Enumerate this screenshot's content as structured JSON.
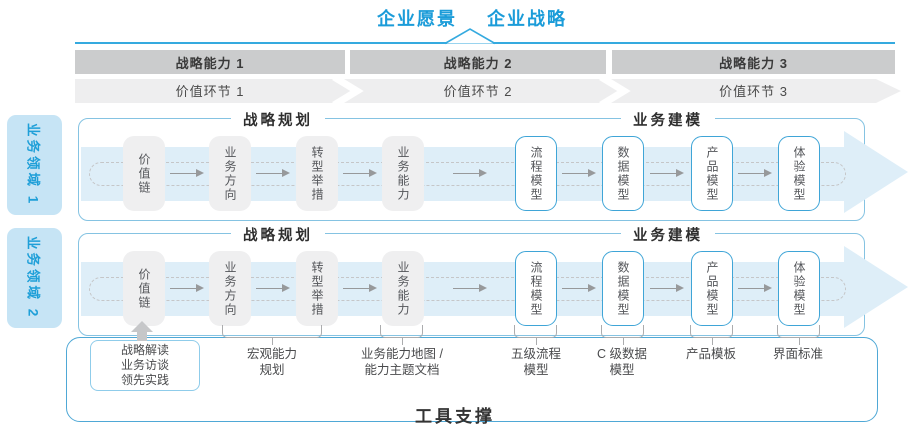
{
  "header": {
    "vision": "企业愿景",
    "strategy": "企业战略"
  },
  "capability_bars": [
    "战略能力 1",
    "战略能力 2",
    "战略能力 3"
  ],
  "value_links": [
    "价值环节 1",
    "价值环节 2",
    "价值环节 3"
  ],
  "domains": [
    "业务领域 1",
    "业务领域 2"
  ],
  "rows": [
    {
      "planning_header": "战略规划",
      "modeling_header": "业务建模",
      "boxes": [
        "价值链",
        "业务方向",
        "转型举措",
        "业务能力",
        "流程模型",
        "数据模型",
        "产品模型",
        "体验模型"
      ]
    },
    {
      "planning_header": "战略规划",
      "modeling_header": "业务建模",
      "boxes": [
        "价值链",
        "业务方向",
        "转型举措",
        "业务能力",
        "流程模型",
        "数据模型",
        "产品模型",
        "体验模型"
      ]
    }
  ],
  "annotations": {
    "interview_box": "战略解读\n业务访谈\n领先实践",
    "labels": [
      "宏观能力\n规划",
      "业务能力地图 /\n能力主题文档",
      "五级流程\n模型",
      "C 级数据\n模型",
      "产品模板",
      "界面标准"
    ]
  },
  "tool_support": "工具支撑",
  "colors": {
    "accent_blue": "#1B9CD9",
    "line_blue": "#35AADF",
    "panel_border": "#85C3E2",
    "band_blue": "#DEEEF8",
    "box_gray": "#EFEFF0",
    "bar_gray": "#CBCCCD",
    "chevron_gray": "#EEEEEF",
    "arrow_gray": "#97999B",
    "domain_bg": "#C6E4F5"
  }
}
